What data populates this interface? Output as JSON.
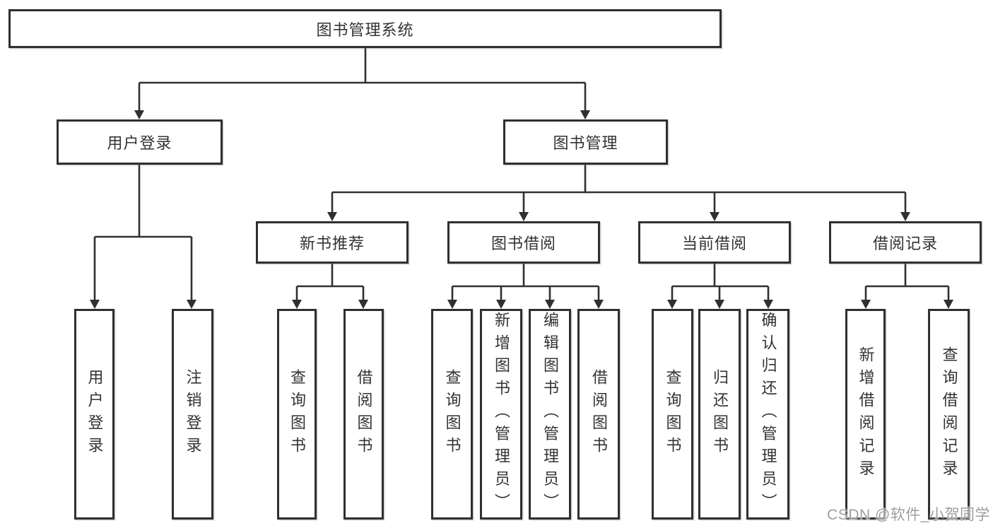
{
  "tree": {
    "root": "图书管理系统",
    "branches": [
      {
        "label": "用户登录",
        "children": [
          "用户登录",
          "注销登录"
        ]
      },
      {
        "label": "图书管理",
        "children": [
          {
            "label": "新书推荐",
            "children": [
              "查询图书",
              "借阅图书"
            ]
          },
          {
            "label": "图书借阅",
            "children": [
              "查询图书",
              "新增图书（管理员）",
              "编辑图书（管理员）",
              "借阅图书"
            ]
          },
          {
            "label": "当前借阅",
            "children": [
              "查询图书",
              "归还图书",
              "确认归还（管理员）"
            ]
          },
          {
            "label": "借阅记录",
            "children": [
              "新增借阅记录",
              "查询借阅记录"
            ]
          }
        ]
      }
    ]
  },
  "watermark": "CSDN @软件_小贺同学",
  "colors": {
    "line": "#303030",
    "box_border": "#2f2f2f",
    "text": "#333333",
    "watermark": "#9e9e9e",
    "background": "#ffffff"
  }
}
